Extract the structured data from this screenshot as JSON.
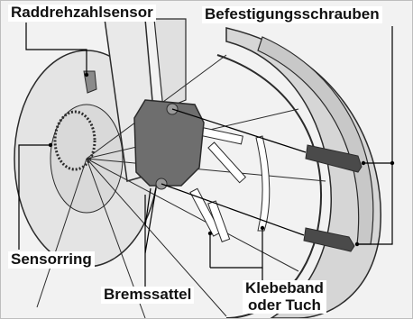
{
  "labels": {
    "wheel_speed_sensor": "Raddrehzahlsensor",
    "mounting_bolts": "Befestigungsschrauben",
    "sensor_ring": "Sensorring",
    "brake_caliper": "Bremssattel",
    "tape_line1": "Klebeband",
    "tape_line2": "oder Tuch"
  },
  "colors": {
    "background": "#f2f2f2",
    "outline": "#2b2b2b",
    "caliper": "#6e6e6e",
    "tire": "#d4d4d4",
    "leader": "#000000"
  }
}
